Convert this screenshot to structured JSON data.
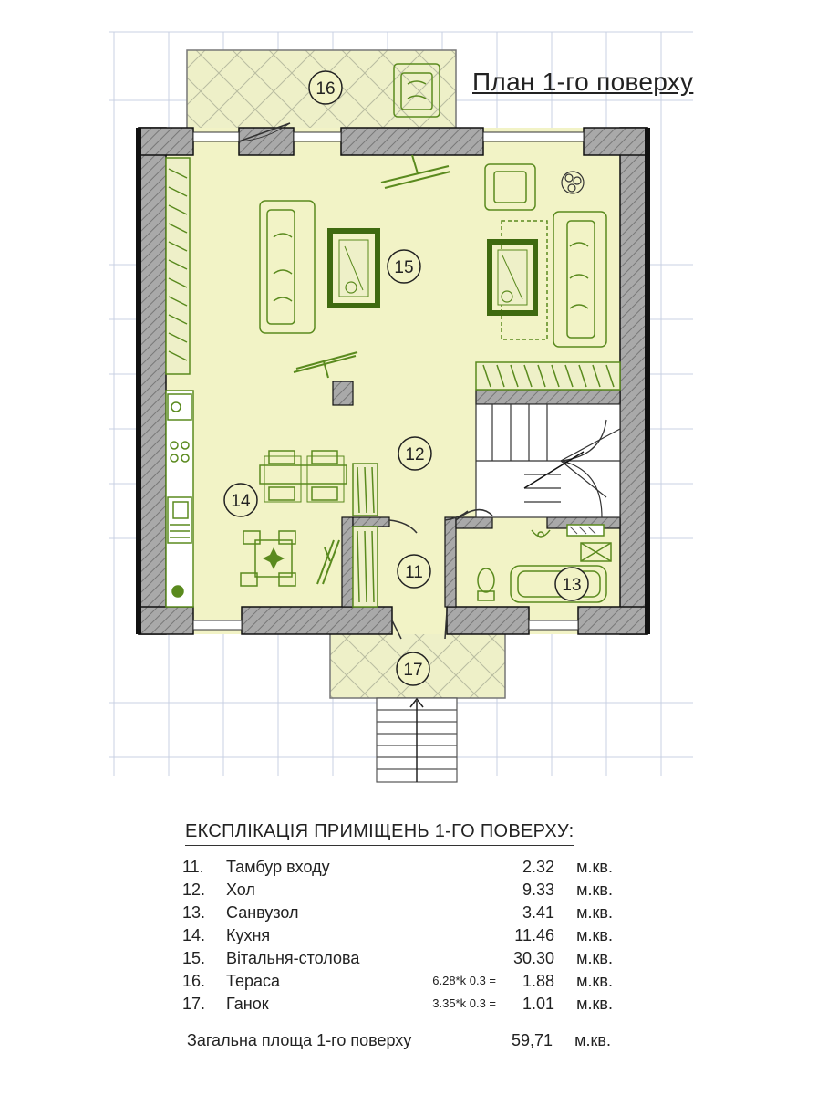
{
  "plan": {
    "title": "План 1-го поверху",
    "room_labels": [
      "11",
      "12",
      "13",
      "14",
      "15",
      "16",
      "17"
    ]
  },
  "explication": {
    "title": "ЕКСПЛІКАЦІЯ ПРИМІЩЕНЬ 1-ГО ПОВЕРХУ:",
    "rows": [
      {
        "num": "11.",
        "name": "Тамбур входу",
        "formula": "",
        "area": "2.32",
        "unit": "м.кв."
      },
      {
        "num": "12.",
        "name": "Хол",
        "formula": "",
        "area": "9.33",
        "unit": "м.кв."
      },
      {
        "num": "13.",
        "name": "Санвузол",
        "formula": "",
        "area": "3.41",
        "unit": "м.кв."
      },
      {
        "num": "14.",
        "name": "Кухня",
        "formula": "",
        "area": "11.46",
        "unit": "м.кв."
      },
      {
        "num": "15.",
        "name": "Вітальня-столова",
        "formula": "",
        "area": "30.30",
        "unit": "м.кв."
      },
      {
        "num": "16.",
        "name": "Тераса",
        "formula": "6.28*k 0.3 =",
        "area": "1.88",
        "unit": "м.кв."
      },
      {
        "num": "17.",
        "name": "Ганок",
        "formula": "3.35*k 0.3 =",
        "area": "1.01",
        "unit": "м.кв."
      }
    ],
    "total_label": "Загальна площа 1-го поверху",
    "total_area": "59,71",
    "total_unit": "м.кв."
  },
  "colors": {
    "floor": "#f2f3c6",
    "wall_fill": "#a9a9a9",
    "wall_border": "#111111",
    "furniture": "#5a8a1e",
    "grid": "#c9d0e3"
  }
}
